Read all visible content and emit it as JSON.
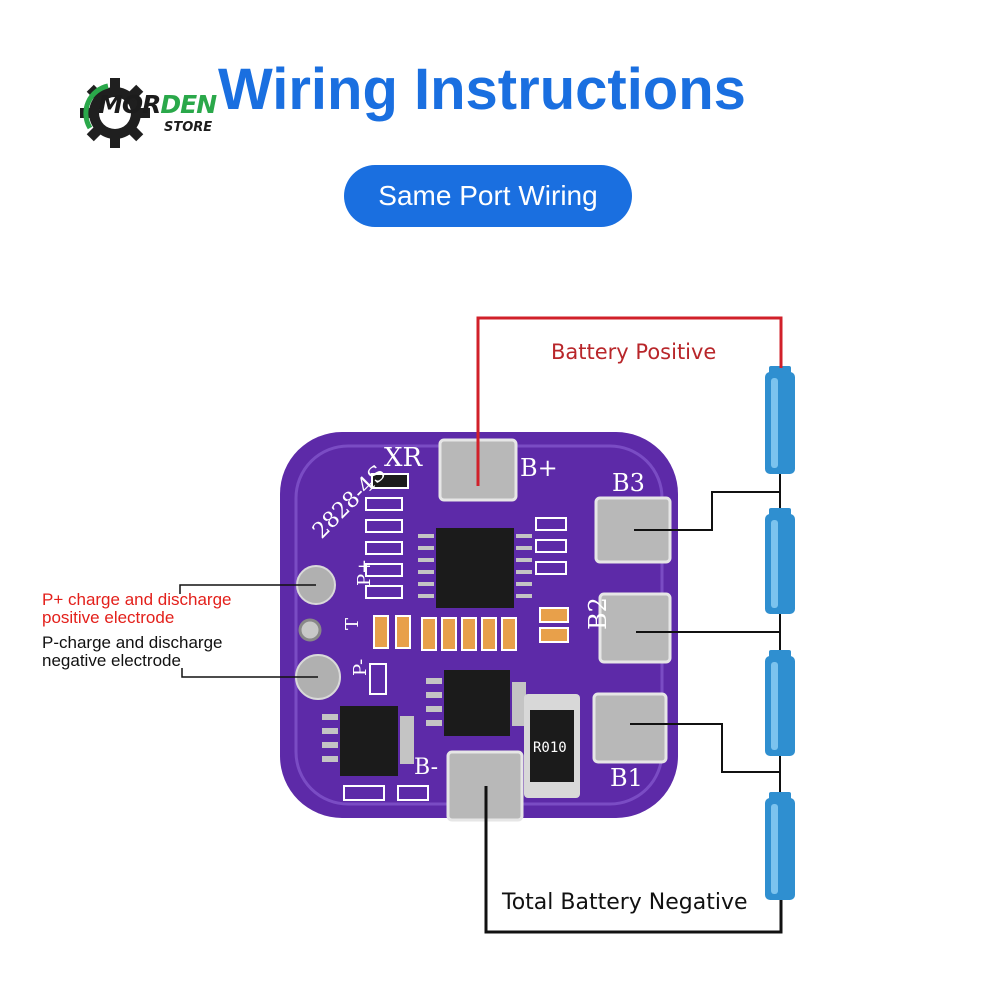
{
  "logo": {
    "brand_part1": "MOR",
    "brand_part2": "DEN",
    "brand_sub": "STORE"
  },
  "title": "Wiring Instructions",
  "subtitle_button": "Same Port Wiring",
  "board": {
    "model": "2828-4S",
    "maker": "XR",
    "pads": {
      "b_plus": "B+",
      "b3": "B3",
      "b2": "B2",
      "b1": "B1",
      "b_minus": "B-",
      "p_plus": "P+",
      "t": "T",
      "p_minus": "P-"
    },
    "shunt_marking": "R010"
  },
  "labels": {
    "battery_positive": "Battery Positive",
    "total_negative": "Total Battery Negative",
    "p_plus_line1": "P+ charge and discharge",
    "p_plus_line2": "positive electrode",
    "p_minus_line1": "P-charge and discharge",
    "p_minus_line2": "negative electrode"
  },
  "battery_cells": 4,
  "colors": {
    "accent": "#1a6fe0",
    "board": "#5d2aa8",
    "battery": "#2f8fd0",
    "positive_wire": "#d1202a",
    "negative_wire": "#111111",
    "pad": "#b8b8b8"
  }
}
